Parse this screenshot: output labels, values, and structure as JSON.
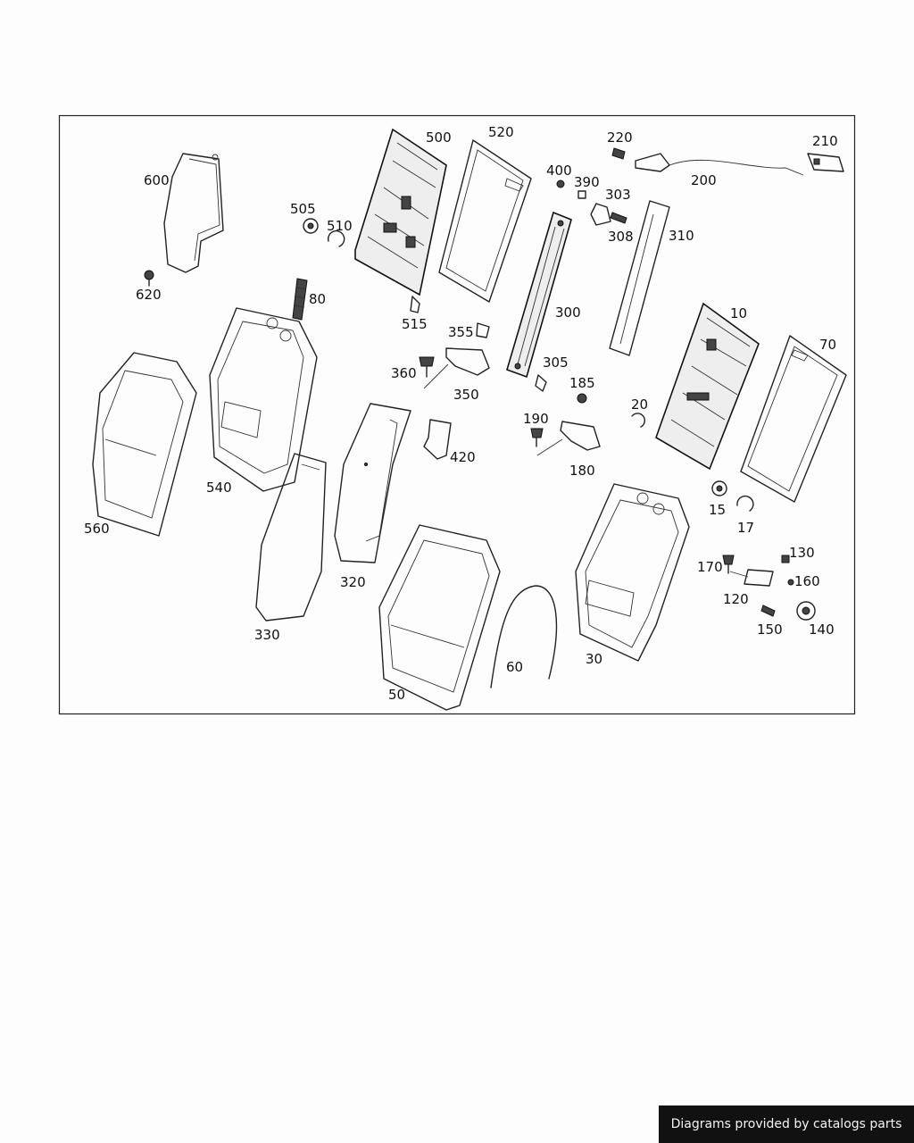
{
  "diagram": {
    "part_labels": {
      "p10": "10",
      "p15": "15",
      "p17": "17",
      "p20": "20",
      "p30": "30",
      "p50": "50",
      "p60": "60",
      "p70": "70",
      "p80": "80",
      "p120": "120",
      "p130": "130",
      "p140": "140",
      "p150": "150",
      "p160": "160",
      "p170": "170",
      "p180": "180",
      "p185": "185",
      "p190": "190",
      "p200": "200",
      "p210": "210",
      "p220": "220",
      "p300": "300",
      "p303": "303",
      "p305": "305",
      "p308": "308",
      "p310": "310",
      "p320": "320",
      "p330": "330",
      "p350": "350",
      "p355": "355",
      "p360": "360",
      "p390": "390",
      "p400": "400",
      "p420": "420",
      "p500": "500",
      "p505": "505",
      "p510": "510",
      "p515": "515",
      "p520": "520",
      "p540": "540",
      "p560": "560",
      "p600": "600",
      "p620": "620"
    }
  },
  "footer": {
    "credit": "Diagrams provided by catalogs parts"
  }
}
